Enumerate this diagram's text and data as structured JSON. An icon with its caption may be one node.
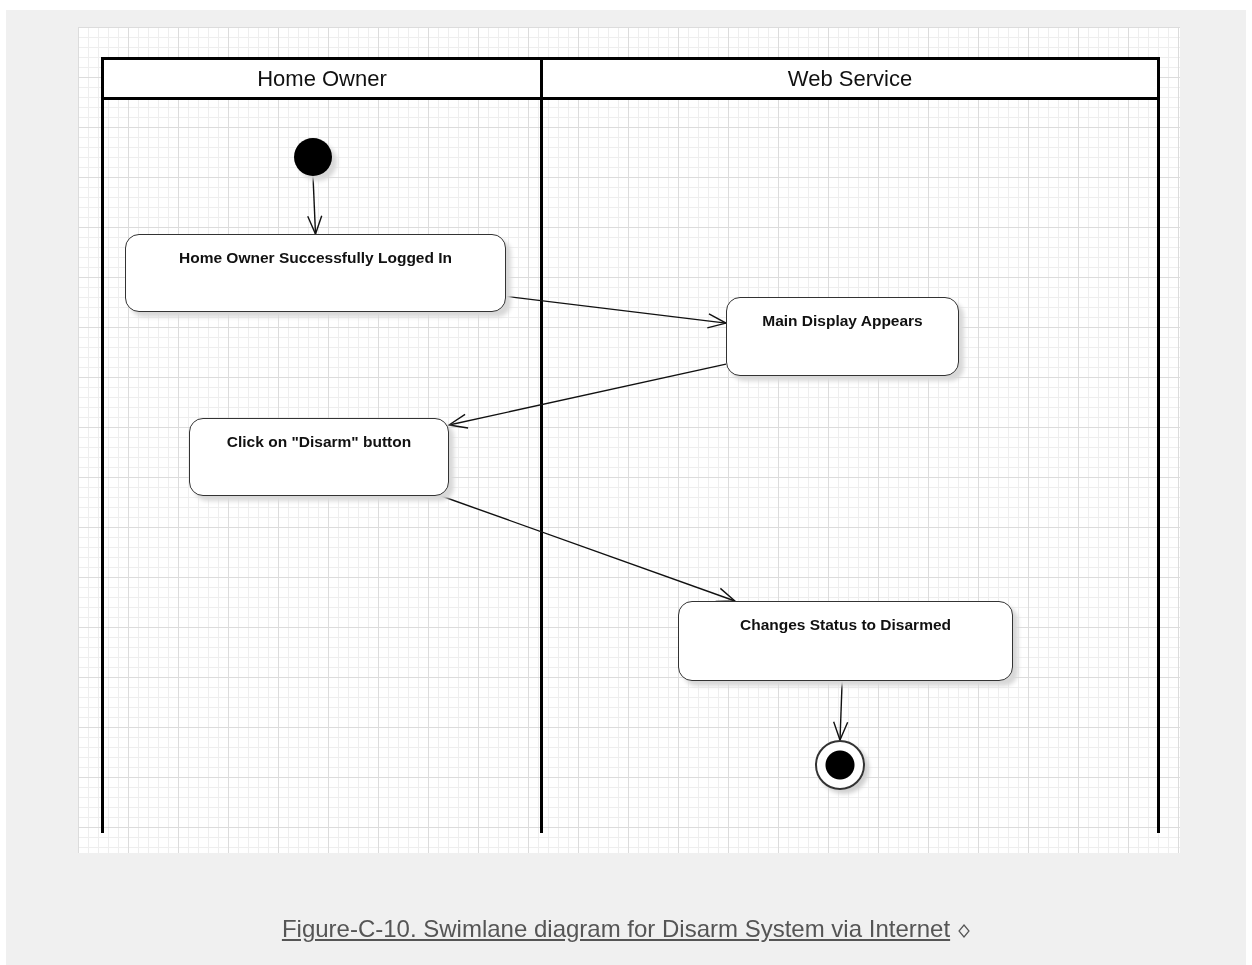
{
  "diagram": {
    "caption": "Figure-C-10. Swimlane diagram for Disarm System via Internet",
    "nodes": [
      {
        "text": [
          "Home Owner"
        ]
      },
      {
        "text": [
          "Web Service"
        ]
      },
      {
        "text": [],
        "shape": "circle",
        "in": 0
      },
      {
        "text": [
          "Home Owner Successfully Logged In"
        ],
        "in": 0
      },
      {
        "text": [
          "Main Display Appears"
        ],
        "in": 1
      },
      {
        "text": [
          "Click on \"Disarm\" button"
        ],
        "in": 0
      },
      {
        "text": [
          "Changes Status to Disarmed"
        ],
        "in": 1
      },
      {
        "text": [],
        "shape": "circle",
        "in": 1
      }
    ],
    "edges": [
      {
        "from": 2,
        "to": 3,
        "arrow": "to"
      },
      {
        "from": 3,
        "to": 4,
        "arrow": "to"
      },
      {
        "from": 4,
        "to": 5,
        "arrow": "to"
      },
      {
        "from": 5,
        "to": 6,
        "arrow": "to"
      },
      {
        "from": 6,
        "to": 7,
        "arrow": "to"
      }
    ]
  }
}
